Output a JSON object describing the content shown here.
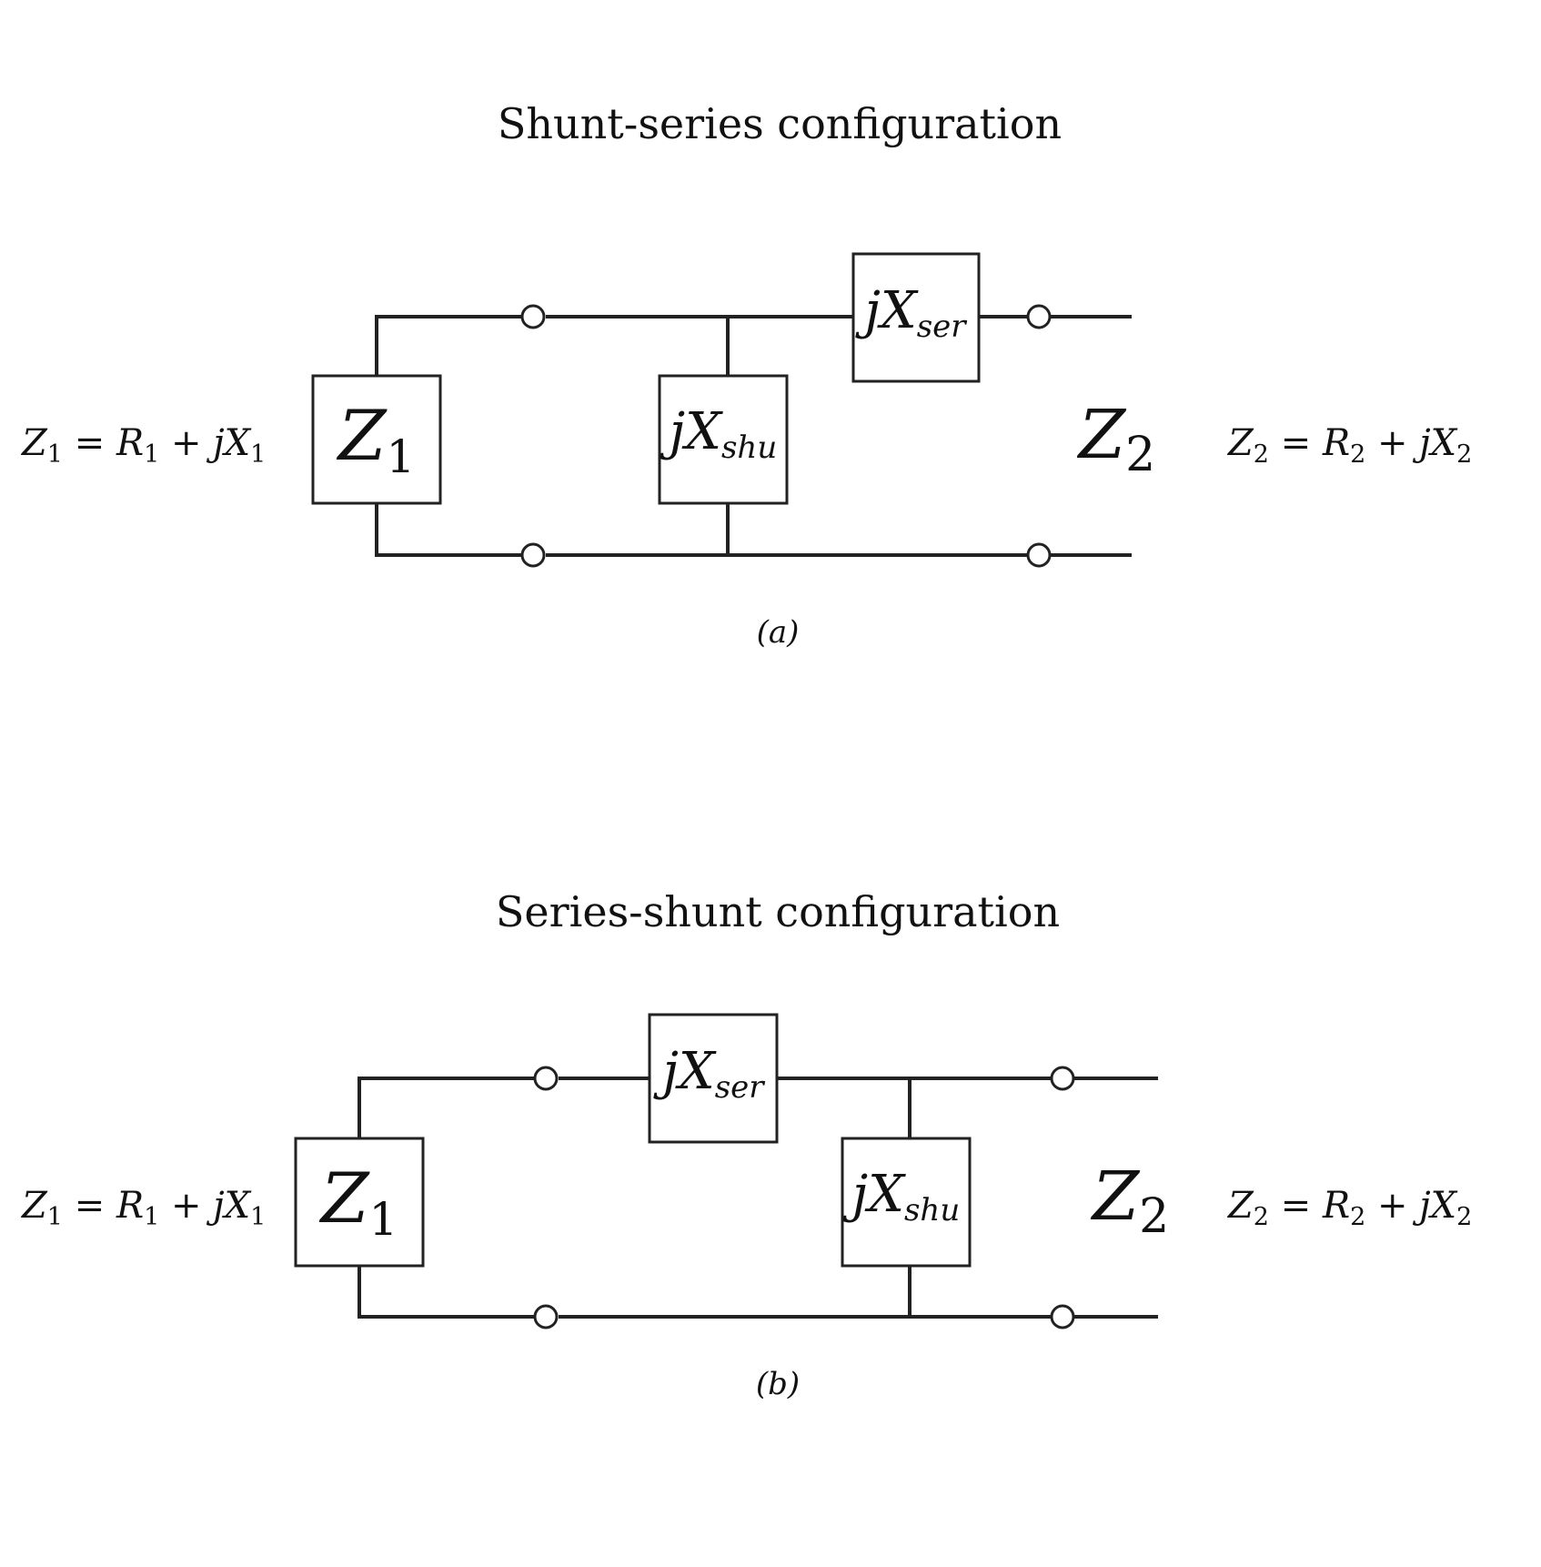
{
  "diagram_a": {
    "title": "Shunt-series configuration",
    "caption": "(a)",
    "left_equation": {
      "z": "Z",
      "z_sub": "1",
      "eq": " = ",
      "r": "R",
      "r_sub": "1",
      "plus": " + ",
      "jx": "jX",
      "x_sub": "1"
    },
    "right_equation": {
      "z": "Z",
      "z_sub": "2",
      "eq": " = ",
      "r": "R",
      "r_sub": "2",
      "plus": " + ",
      "jx": "jX",
      "x_sub": "2"
    },
    "z1_box": {
      "main": "Z",
      "sub": "1"
    },
    "shunt_box": {
      "main": "jX",
      "sub": "shu"
    },
    "series_box": {
      "main": "jX",
      "sub": "ser"
    },
    "z2_label": {
      "main": "Z",
      "sub": "2"
    }
  },
  "diagram_b": {
    "title": "Series-shunt configuration",
    "caption": "(b)",
    "left_equation": {
      "z": "Z",
      "z_sub": "1",
      "eq": " = ",
      "r": "R",
      "r_sub": "1",
      "plus": " + ",
      "jx": "jX",
      "x_sub": "1"
    },
    "right_equation": {
      "z": "Z",
      "z_sub": "2",
      "eq": " = ",
      "r": "R",
      "r_sub": "2",
      "plus": " + ",
      "jx": "jX",
      "x_sub": "2"
    },
    "z1_box": {
      "main": "Z",
      "sub": "1"
    },
    "series_box": {
      "main": "jX",
      "sub": "ser"
    },
    "shunt_box": {
      "main": "jX",
      "sub": "shu"
    },
    "z2_label": {
      "main": "Z",
      "sub": "2"
    }
  }
}
